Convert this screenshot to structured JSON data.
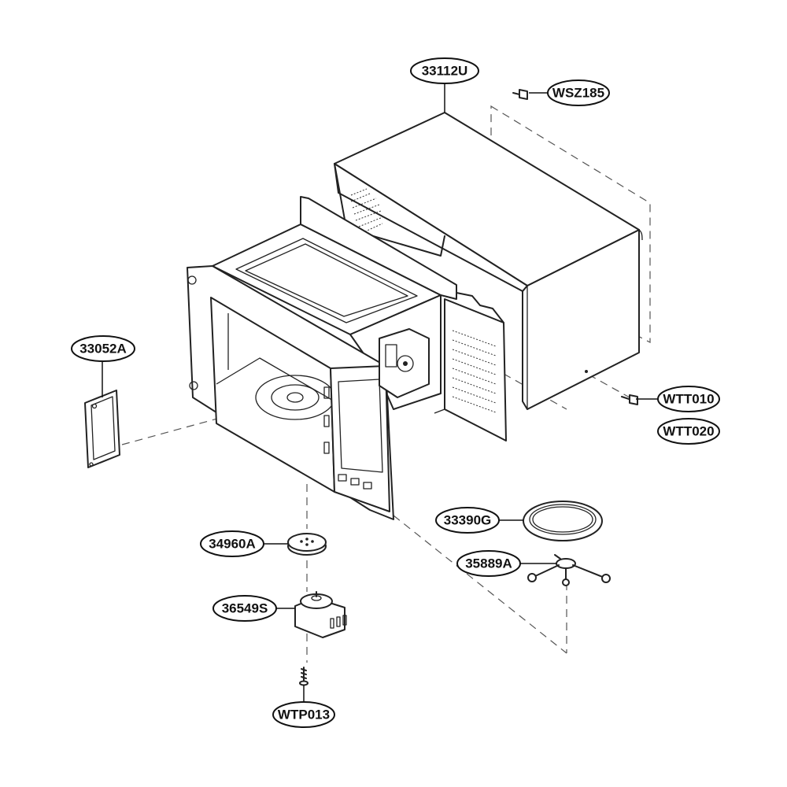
{
  "diagram": {
    "parts": [
      {
        "id": "cabinet",
        "label": "33112U"
      },
      {
        "id": "screw-top",
        "label": "WSZ185"
      },
      {
        "id": "cover-plate",
        "label": "33052A"
      },
      {
        "id": "screw-rear-1",
        "label": "WTT010"
      },
      {
        "id": "screw-rear-2",
        "label": "WTT020"
      },
      {
        "id": "glass-tray",
        "label": "33390G"
      },
      {
        "id": "roller-coupler",
        "label": "34960A"
      },
      {
        "id": "roller-guide",
        "label": "35889A"
      },
      {
        "id": "turntable-motor",
        "label": "36549S"
      },
      {
        "id": "motor-screw",
        "label": "WTP013"
      }
    ]
  }
}
